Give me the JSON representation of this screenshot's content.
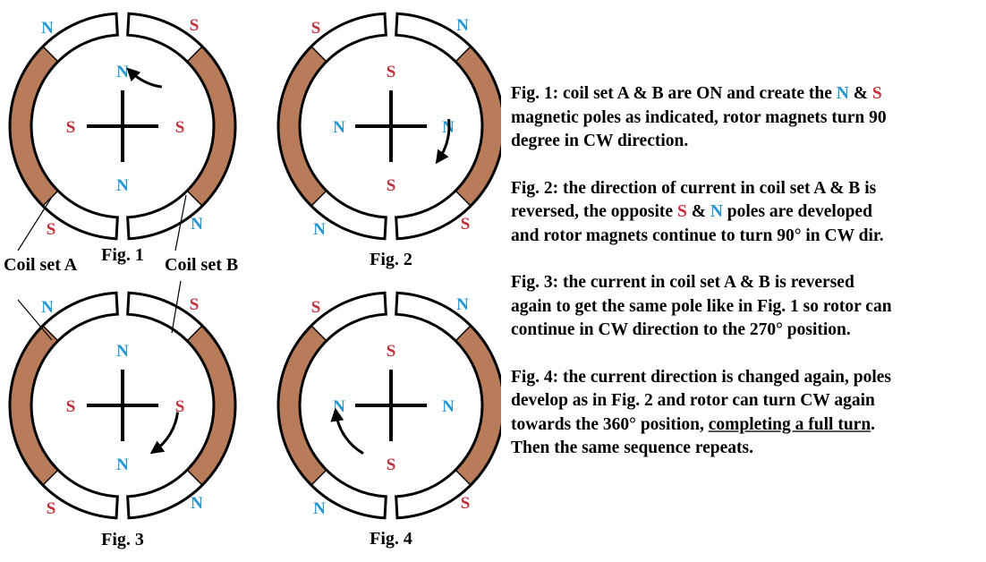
{
  "colors": {
    "north": "#2596d0",
    "south": "#c4313a",
    "coil": "#b87c5b",
    "stroke": "#000000"
  },
  "figures": [
    {
      "label": "Fig. 1",
      "outer": {
        "tl": "N",
        "tr": "S",
        "bl": "S",
        "br": "N"
      },
      "rotor": {
        "top": "N",
        "left": "S",
        "right": "S",
        "bottom": "N"
      }
    },
    {
      "label": "Fig. 2",
      "outer": {
        "tl": "S",
        "tr": "N",
        "bl": "N",
        "br": "S"
      },
      "rotor": {
        "top": "S",
        "left": "N",
        "right": "N",
        "bottom": "S"
      }
    },
    {
      "label": "Fig. 3",
      "outer": {
        "tl": "N",
        "tr": "S",
        "bl": "S",
        "br": "N"
      },
      "rotor": {
        "top": "N",
        "left": "S",
        "right": "S",
        "bottom": "N"
      }
    },
    {
      "label": "Fig. 4",
      "outer": {
        "tl": "S",
        "tr": "N",
        "bl": "N",
        "br": "S"
      },
      "rotor": {
        "top": "S",
        "left": "N",
        "right": "N",
        "bottom": "S"
      }
    }
  ],
  "coil_labels": {
    "a": "Coil set A",
    "b": "Coil set B"
  },
  "captions": {
    "fig1": {
      "l1_a": "Fig. 1: coil set A & B are ON and create the ",
      "l1_n": "N",
      "l1_amp": " & ",
      "l1_s": "S",
      "l2": "magnetic poles as indicated, rotor magnets turn 90",
      "l3": "degree in CW direction."
    },
    "fig2": {
      "l1": "Fig. 2: the direction of current in coil set A & B is",
      "l2_a": "reversed, the opposite ",
      "l2_s": "S",
      "l2_amp": " & ",
      "l2_n": "N",
      "l2_b": " poles are developed",
      "l3": "and rotor magnets continue to turn 90° in CW dir."
    },
    "fig3": {
      "l1": "Fig. 3: the current in coil set A & B is reversed",
      "l2": "again to get the same pole like in Fig. 1 so rotor can",
      "l3": "continue in CW direction to the 270° position."
    },
    "fig4": {
      "l1": "Fig. 4: the current direction is changed again, poles",
      "l2": "develop as in Fig. 2 and rotor can turn CW again",
      "l3_a": "towards the 360° position, ",
      "l3_u": "completing a full turn",
      "l3_b": ".",
      "l4": "Then the same sequence repeats."
    }
  }
}
